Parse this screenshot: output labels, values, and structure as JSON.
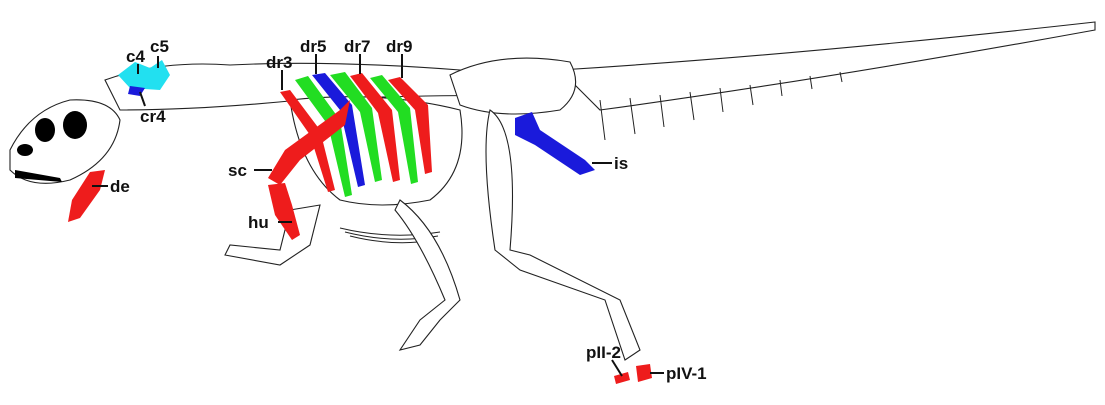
{
  "colors": {
    "red": "#ee1c1c",
    "green": "#22dd22",
    "blue": "#1a1adb",
    "cyan": "#22e0f0",
    "black": "#000000"
  },
  "labels": {
    "c4": "c4",
    "c5": "c5",
    "cr4": "cr4",
    "dr3": "dr3",
    "dr5": "dr5",
    "dr7": "dr7",
    "dr9": "dr9",
    "sc": "sc",
    "hu": "hu",
    "de": "de",
    "is": "is",
    "pII2": "pII-2",
    "pIV1": "pIV-1"
  }
}
